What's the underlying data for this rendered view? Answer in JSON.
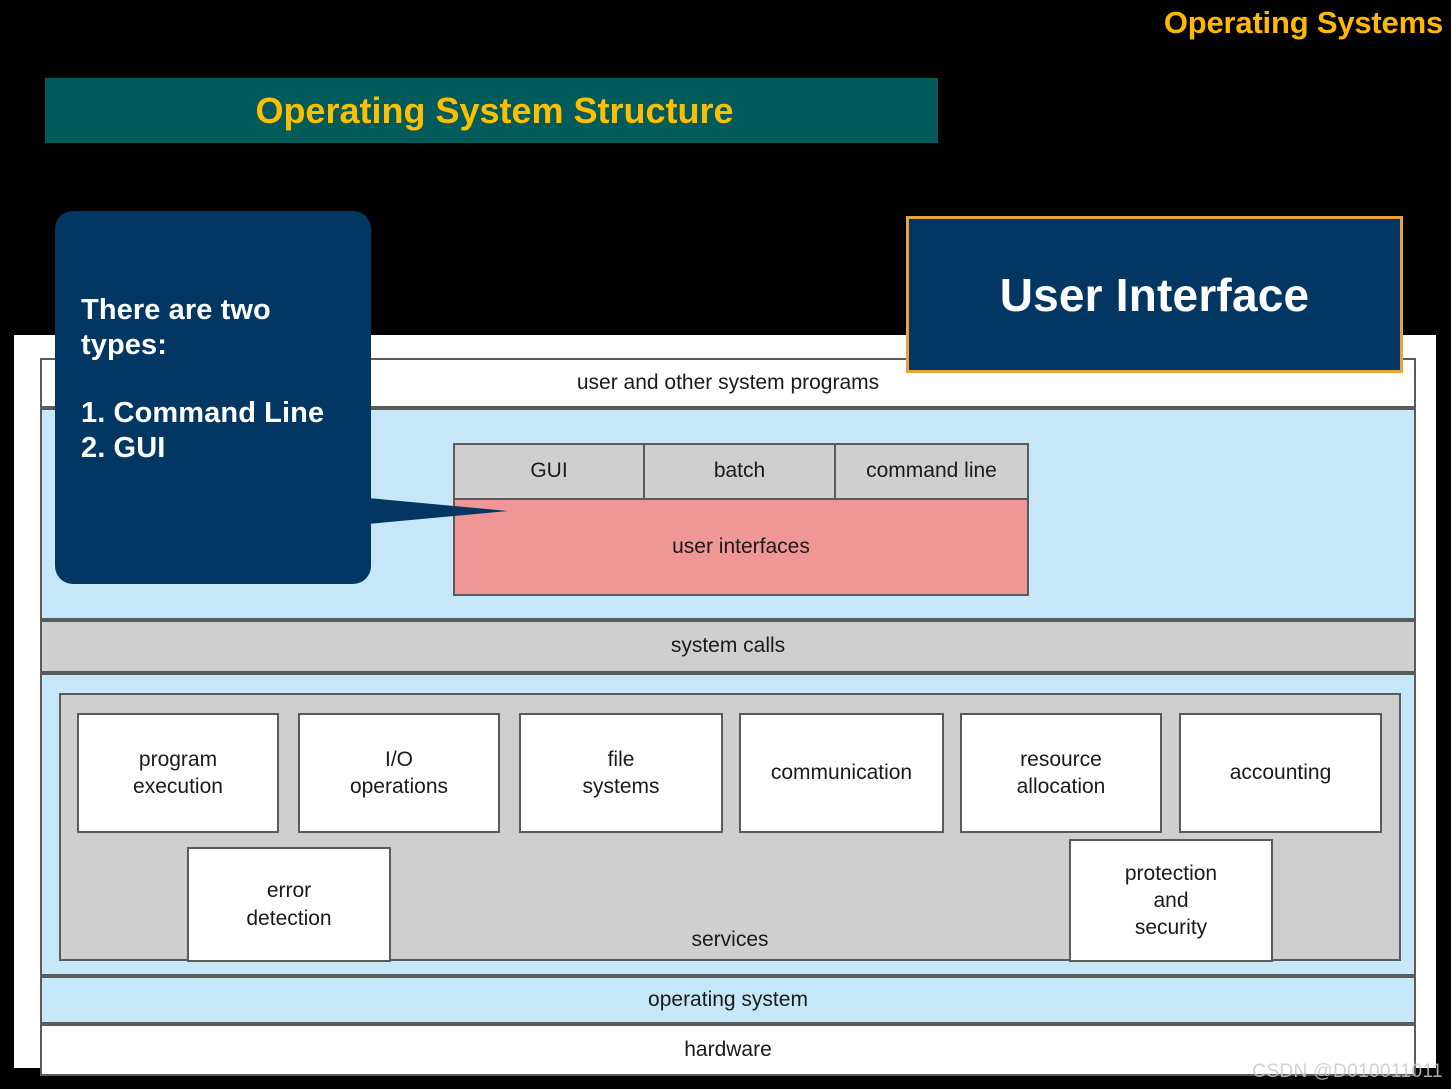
{
  "header": {
    "course_title": "Operating Systems"
  },
  "title_banner": {
    "text": "Operating System Structure",
    "background_color": "#015B5B",
    "text_color": "#FFBF00"
  },
  "callout": {
    "line1": "There are two",
    "line2": "types:",
    "line3": "1. Command Line",
    "line4": "2. GUI",
    "background_color": "#033763",
    "text_color": "#FFFFFF"
  },
  "user_interface_box": {
    "label": "User Interface",
    "background_color": "#033763",
    "border_color": "#E8A33D",
    "text_color": "#FFFFFF"
  },
  "diagram": {
    "rows": {
      "user_programs": "user and other system programs",
      "system_calls": "system calls",
      "operating_system": "operating system",
      "hardware": "hardware",
      "services_label": "services",
      "user_interfaces": "user interfaces"
    },
    "ui_modes": [
      {
        "label": "GUI"
      },
      {
        "label": "batch"
      },
      {
        "label": "command line"
      }
    ],
    "services_row1": [
      {
        "line1": "program",
        "line2": "execution"
      },
      {
        "line1": "I/O",
        "line2": "operations"
      },
      {
        "line1": "file",
        "line2": "systems"
      },
      {
        "line1": "communication",
        "line2": ""
      },
      {
        "line1": "resource",
        "line2": "allocation"
      },
      {
        "line1": "accounting",
        "line2": ""
      }
    ],
    "services_row2": {
      "error_detection": {
        "line1": "error",
        "line2": "detection"
      },
      "protection_security": {
        "line1": "protection",
        "line2": "and",
        "line3": "security"
      }
    },
    "colors": {
      "band_blue": "#C5E7F8",
      "band_gray": "#CFCFCF",
      "band_salmon": "#EF9696",
      "band_white": "#FFFFFF",
      "border": "#5A5A5A"
    }
  },
  "watermark": {
    "text": "CSDN @D010011011"
  }
}
